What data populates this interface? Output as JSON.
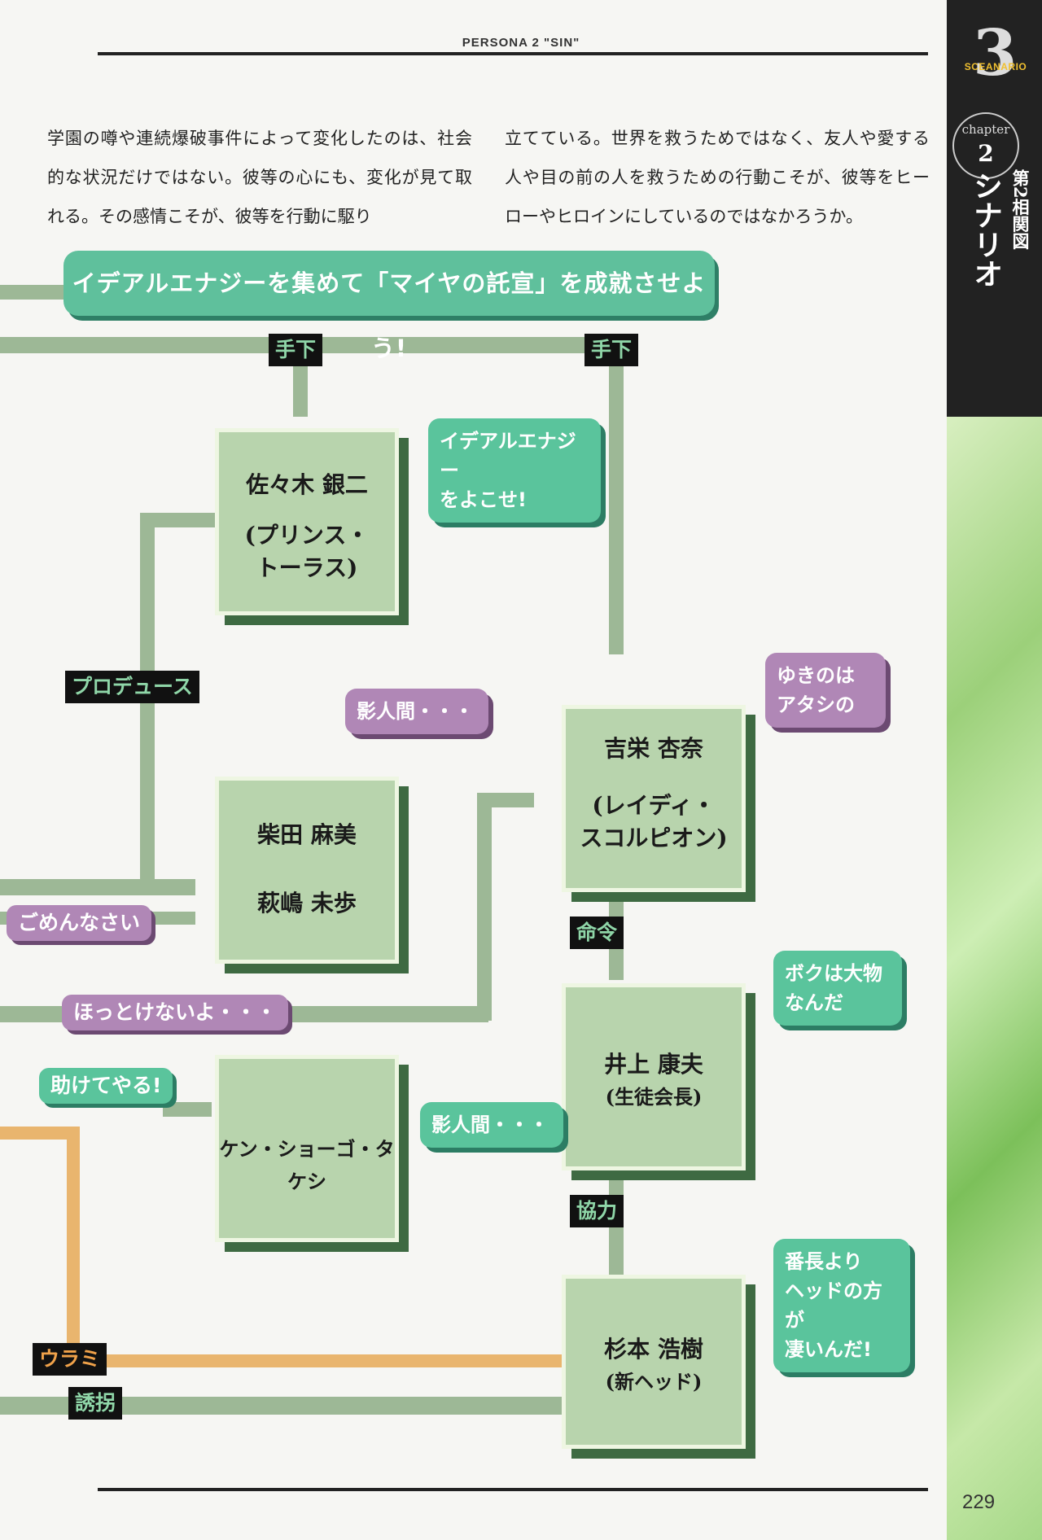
{
  "header": {
    "title": "PERSONA 2 \"SIN\""
  },
  "sidebar": {
    "number": "3",
    "sub": "SCEANARIO",
    "chapter_word": "chapter",
    "chapter_number": "2",
    "subtitle": "第2相関図",
    "title": "シナリオ"
  },
  "intro": {
    "left": "学園の噂や連続爆破事件によって変化したのは、社会的な状況だけではない。彼等の心にも、変化が見て取れる。その感情こそが、彼等を行動に駆り",
    "right": "立てている。世界を救うためではなく、友人や愛する人や目の前の人を救うための行動こそが、彼等をヒーローやヒロインにしているのではなかろうか。"
  },
  "banner": "イデアルエナジーを集めて「マイヤの託宣」を成就させよう!",
  "tags": {
    "teshita_1": "手下",
    "teshita_2": "手下",
    "produce": "プロデュース",
    "meirei": "命令",
    "kyoryoku": "協力",
    "urami": "ウラミ",
    "yukai": "誘拐"
  },
  "boxes": {
    "sasaki": {
      "name": "佐々木 銀二",
      "alias_1": "(プリンス・",
      "alias_2": "トーラス)"
    },
    "shibata": {
      "name_1": "柴田 麻美",
      "name_2": "萩嶋 未歩"
    },
    "ken": {
      "name": "ケン・ショーゴ・タケシ"
    },
    "yoshie": {
      "name": "吉栄 杏奈",
      "alias_1": "(レイディ・",
      "alias_2": "スコルピオン)"
    },
    "inoue": {
      "name": "井上 康夫",
      "alias": "(生徒会長)"
    },
    "sugimoto": {
      "name": "杉本 浩樹",
      "alias": "(新ヘッド)"
    }
  },
  "bubbles": {
    "ideal_1": "イデアルエナジー",
    "ideal_2": "をよこせ!",
    "kage_1": "影人間・・・",
    "yuki_1": "ゆきのは",
    "yuki_2": "アタシの",
    "kage_2": "影人間・・・",
    "boku_1": "ボクは大物",
    "boku_2": "なんだ",
    "bancho_1": "番長より",
    "bancho_2": "ヘッドの方が",
    "bancho_3": "凄いんだ!",
    "gomen": "ごめんなさい",
    "hotto": "ほっとけないよ・・・",
    "tasukete": "助けてやる!"
  },
  "page_number": "229",
  "colors": {
    "mint": "#5fc09c",
    "box_green": "#b8d4ad",
    "purple": "#b087b6",
    "orange": "#e9b56e",
    "dark": "#111111"
  }
}
